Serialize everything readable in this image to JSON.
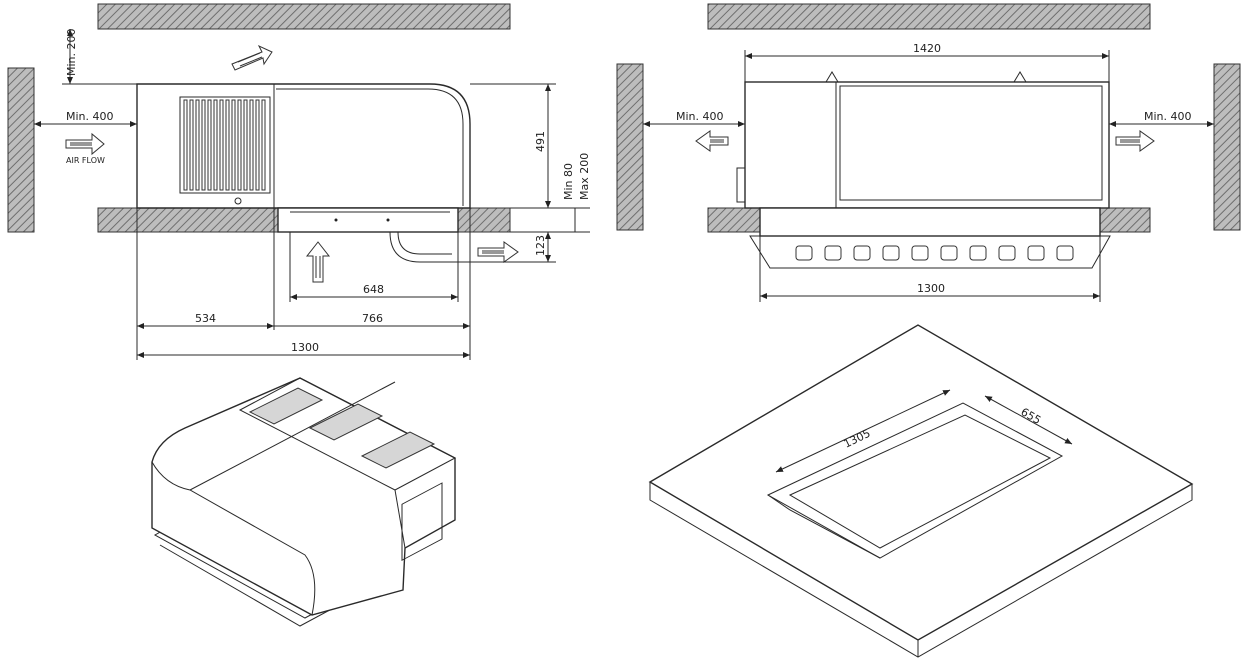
{
  "front_view": {
    "min200": "Min. 200",
    "min400": "Min. 400",
    "airflow": "AIR FLOW",
    "d491": "491",
    "min80": "Min 80",
    "max200": "Max 200",
    "d123": "123",
    "d648": "648",
    "d534": "534",
    "d766": "766",
    "d1300": "1300"
  },
  "side_view": {
    "d1420": "1420",
    "min400_left": "Min. 400",
    "min400_right": "Min. 400",
    "d1300": "1300"
  },
  "ceiling_opening": {
    "d1305": "1305",
    "d655": "655"
  },
  "colors": {
    "line": "#2a2a2a",
    "hatch": "#8a8a8a"
  }
}
